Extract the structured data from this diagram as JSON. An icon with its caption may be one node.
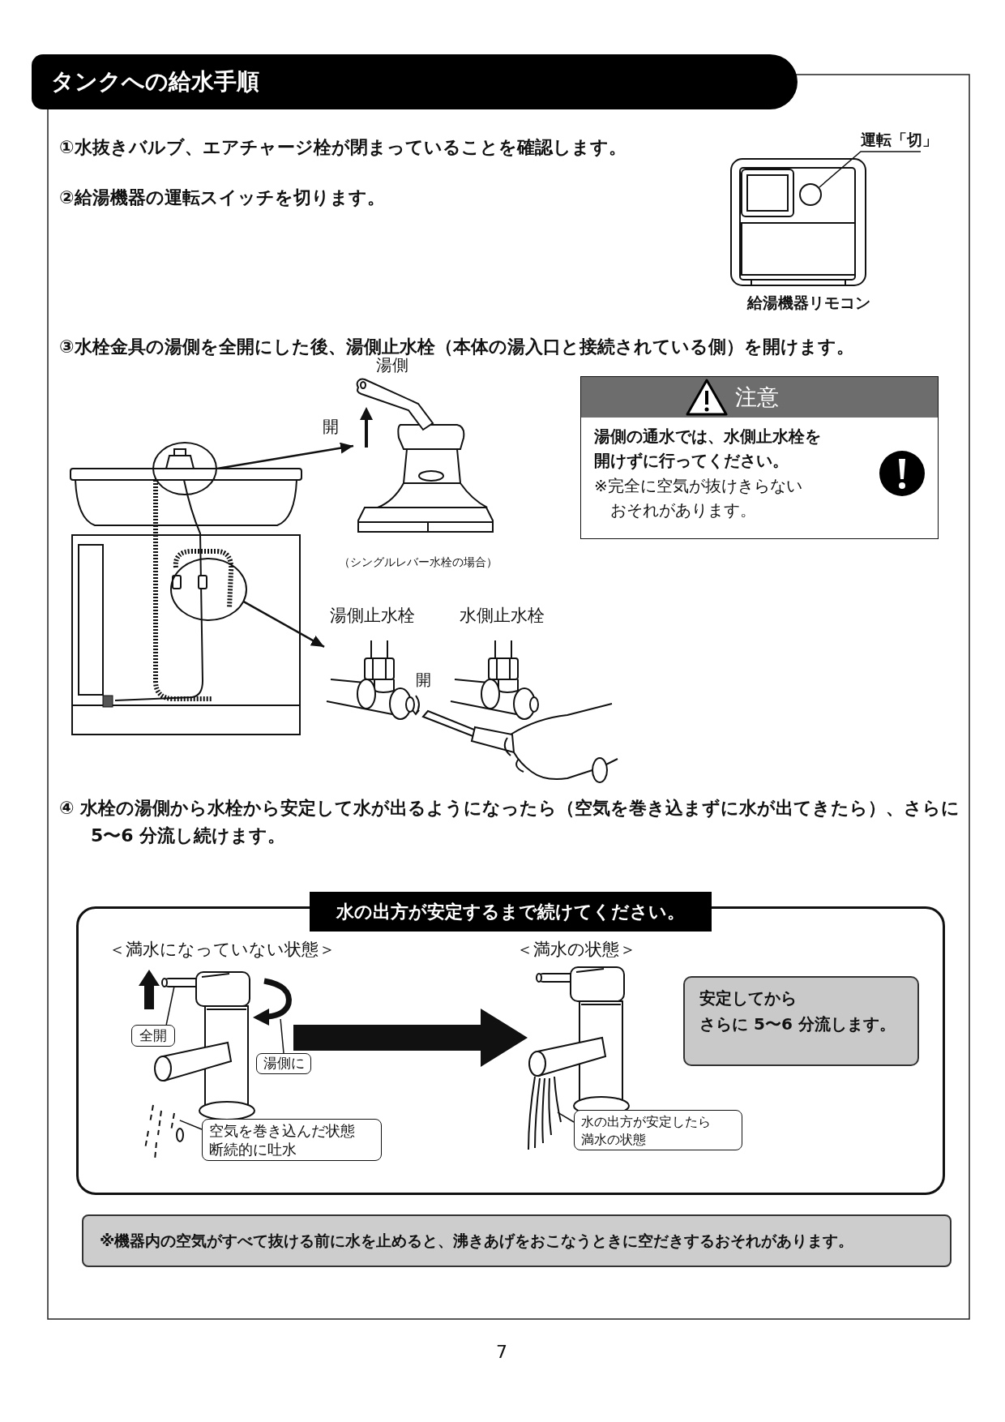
{
  "diagram": {
    "nodes": [
      {
        "text": [
          "タンクへの給水手順"
        ]
      },
      {
        "text": [],
        "shape": "picture",
        "beside": [
          "給湯機器リモコン"
        ]
      },
      {
        "text": [
          "運転「切」"
        ]
      },
      {
        "text": [],
        "shape": "circle",
        "in": 1
      },
      {
        "text": [],
        "shape": "picture"
      },
      {
        "text": [],
        "shape": "circle"
      },
      {
        "text": [],
        "shape": "circle",
        "in": 4
      },
      {
        "text": [],
        "shape": "picture",
        "beside": [
          "湯側",
          "開",
          "（シングルレバー水栓の場合）"
        ]
      },
      {
        "text": [
          "開"
        ],
        "beside": [
          "湯側止水栓",
          "水側止水栓"
        ]
      },
      {
        "text": [
          "注意",
          "湯側の通水では、水側止水栓を開けずに行ってください。",
          "※完全に空気が抜けきらないおそれがあります。"
        ]
      },
      {
        "text": [
          "水の出方が安定するまで続けてください。"
        ]
      },
      {
        "text": [],
        "shape": "picture",
        "in": 10,
        "beside": [
          "＜満水になっていない状態＞"
        ]
      },
      {
        "text": [],
        "shape": "picture",
        "in": 10,
        "beside": [
          "＜満水の状態＞"
        ]
      },
      {
        "text": [
          "全開"
        ],
        "in": 10
      },
      {
        "text": [
          "湯側に"
        ],
        "in": 10
      },
      {
        "text": [
          "空気を巻き込んだ状態断続的に吐水"
        ],
        "in": 10
      },
      {
        "text": [
          "水の出方が安定したら満水の状態"
        ],
        "in": 10
      },
      {
        "text": [
          "安定してから",
          "さらに 5〜6 分流します。"
        ],
        "in": 10
      },
      {
        "text": [
          "※機器内の空気がすべて抜ける前に水を止めると、沸きあげをおこなうときに空だきするおそれがあります。"
        ]
      }
    ],
    "edges": [
      {
        "from": 2,
        "to": 3,
        "arrow": "none"
      },
      {
        "from": 5,
        "to": 7,
        "arrow": "to"
      },
      {
        "from": 6,
        "to": 8,
        "arrow": "to"
      },
      {
        "from": 11,
        "to": 12,
        "arrow": "to",
        "style": "thick"
      },
      {
        "from": 13,
        "to": 11,
        "arrow": "none"
      },
      {
        "from": 14,
        "to": 11,
        "arrow": "none"
      },
      {
        "from": 15,
        "to": 11,
        "arrow": "none"
      },
      {
        "from": 16,
        "to": 12,
        "arrow": "none"
      }
    ],
    "labels": [
      "①水抜きバルブ、エアチャージ栓が閉まっていることを確認します。",
      "②給湯機器の運転スイッチを切ります。",
      "③水栓金具の湯側を全開にした後、湯側止水栓（本体の湯入口と接続されている側）を開けます。",
      "④ 水栓の湯側から水栓から安定して水が出るようになったら（空気を巻き込まずに水が出てきたら）、さらに 5〜6 分流し続けます。",
      "7"
    ]
  }
}
